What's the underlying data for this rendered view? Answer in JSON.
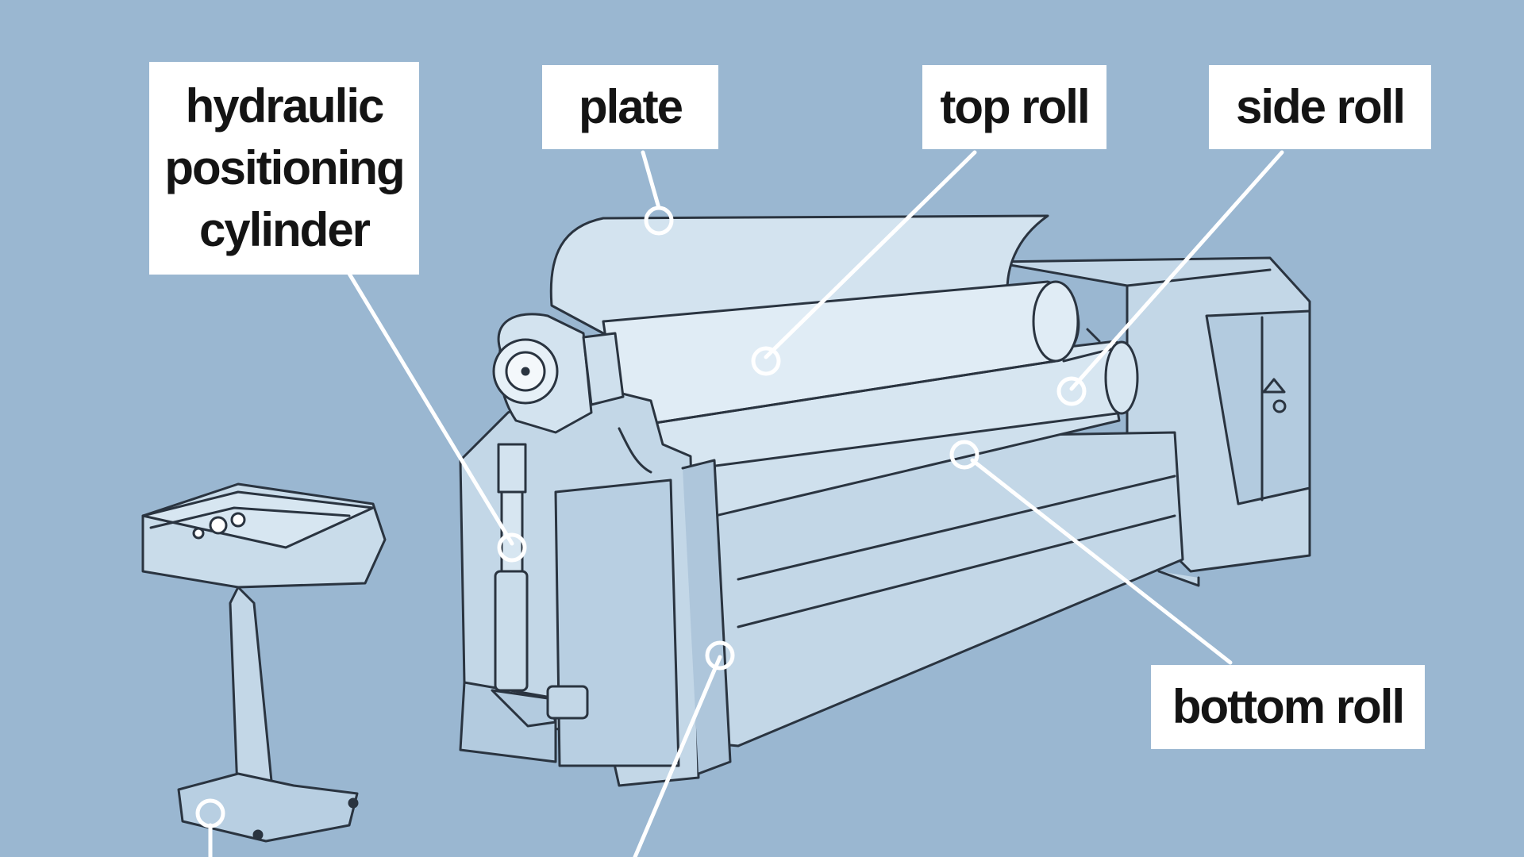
{
  "colors": {
    "background": "#9ab7d1",
    "machine_fill": "#c9dcea",
    "machine_shade": "#b3cbdf",
    "outline": "#2a3440",
    "leader": "#ffffff",
    "label_bg": "#ffffff",
    "label_text": "#141414"
  },
  "labels": {
    "hydraulic": [
      "hydraulic",
      "positioning",
      "cylinder"
    ],
    "plate": "plate",
    "top_roll": "top roll",
    "side_roll": "side roll",
    "bottom_roll": "bottom roll"
  },
  "icons": [
    "plate-bending-machine-illustration",
    "control-console-illustration",
    "leader-line-circle-marker"
  ]
}
